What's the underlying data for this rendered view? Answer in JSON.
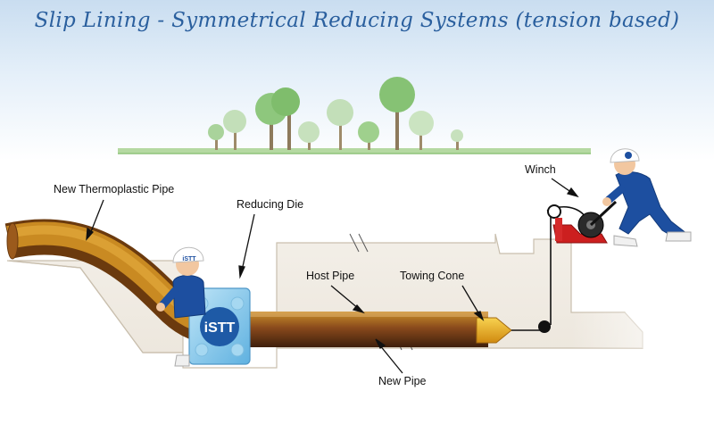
{
  "title": "Slip Lining - Symmetrical Reducing Systems (tension based)",
  "labels": {
    "new_thermoplastic_pipe": "New Thermoplastic Pipe",
    "reducing_die": "Reducing Die",
    "winch": "Winch",
    "host_pipe": "Host Pipe",
    "towing_cone": "Towing Cone",
    "new_pipe": "New Pipe"
  },
  "die_logo": "iSTT",
  "helmet_logo": "iSTT",
  "colors": {
    "title": "#2a5f9e",
    "pipe": "#8a4a1c",
    "die": "#7ec4ea",
    "winch": "#cc1f1f",
    "worker": "#1d4fa0",
    "cone": "#f0b428"
  }
}
